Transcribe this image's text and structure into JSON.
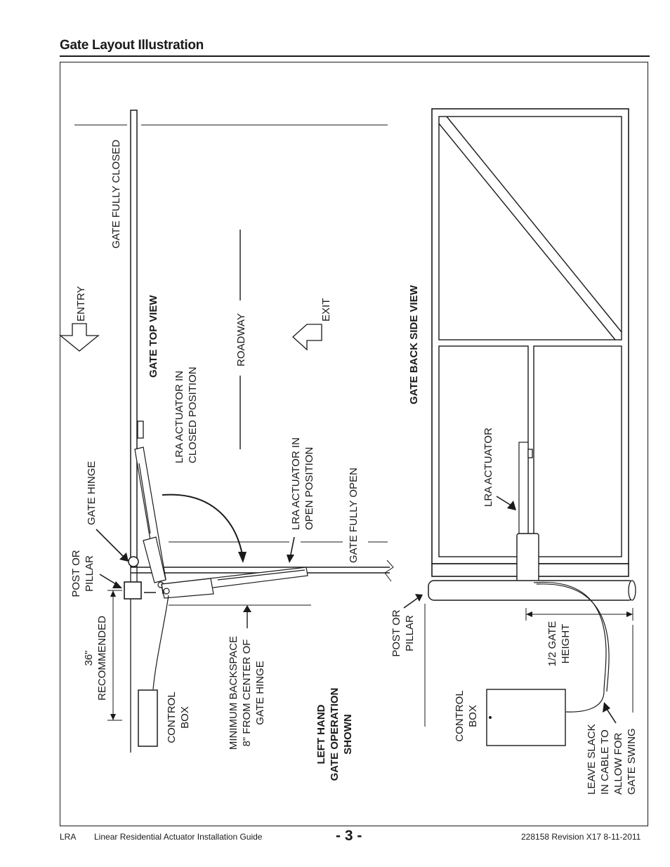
{
  "page": {
    "heading": "Gate Layout Illustration",
    "footer_left_code": "LRA",
    "footer_left_title": "Linear Residential Actuator Installation Guide",
    "page_number": "- 3 -",
    "footer_right": "228158 Revision X17 8-11-2011"
  },
  "labels": {
    "gate_fully_closed": "GATE FULLY CLOSED",
    "entry": "ENTRY",
    "gate_top_view": "GATE TOP VIEW",
    "roadway": "ROADWAY",
    "exit": "EXIT",
    "lra_closed_1": "LRA ACTUATOR IN",
    "lra_closed_2": "CLOSED POSITION",
    "lra_open_1": "LRA ACTUATOR IN",
    "lra_open_2": "OPEN POSITION",
    "gate_fully_open": "GATE FULLY OPEN",
    "gate_hinge": "GATE HINGE",
    "post_pillar_1_a": "POST OR",
    "post_pillar_1_b": "PILLAR",
    "recommended_a": "36\"",
    "recommended_b": "RECOMMENDED",
    "control_box_1_a": "CONTROL",
    "control_box_1_b": "BOX",
    "backspace_a": "MINIMUM BACKSPACE",
    "backspace_b": "8\" FROM CENTER OF",
    "backspace_c": "GATE HINGE",
    "left_hand_a": "LEFT HAND",
    "left_hand_b": "GATE OPERATION",
    "left_hand_c": "SHOWN",
    "gate_back_side_view": "GATE BACK SIDE VIEW",
    "lra_actuator": "LRA ACTUATOR",
    "post_pillar_2_a": "POST OR",
    "post_pillar_2_b": "PILLAR",
    "half_gate_a": "1/2 GATE",
    "half_gate_b": "HEIGHT",
    "control_box_2_a": "CONTROL",
    "control_box_2_b": "BOX",
    "slack_a": "LEAVE SLACK",
    "slack_b": "IN CABLE TO",
    "slack_c": "ALLOW FOR",
    "slack_d": "GATE SWING"
  }
}
